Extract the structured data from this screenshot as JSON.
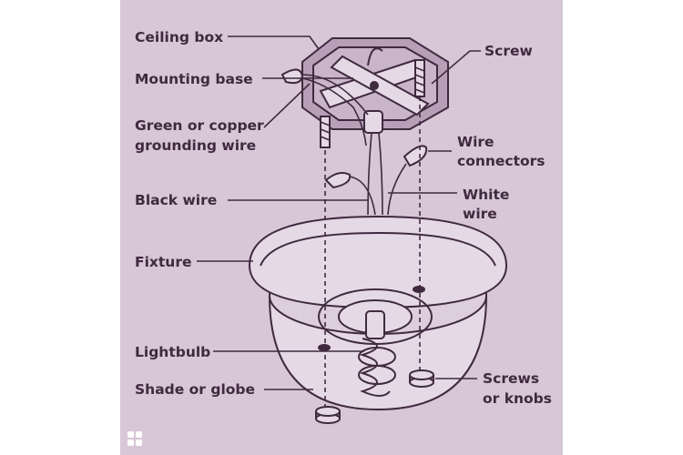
{
  "labels": {
    "ceiling_box": "Ceiling box",
    "mounting_base": "Mounting base",
    "grounding_wire_1": "Green or copper",
    "grounding_wire_2": "grounding wire",
    "black_wire": "Black wire",
    "fixture": "Fixture",
    "lightbulb": "Lightbulb",
    "shade": "Shade or globe",
    "screw": "Screw",
    "wire_connectors_1": "Wire",
    "wire_connectors_2": "connectors",
    "white_wire_1": "White",
    "white_wire_2": "wire",
    "screws_knobs_1": "Screws",
    "screws_knobs_2": "or knobs"
  },
  "colors": {
    "panel": "#d7c7d7",
    "ink": "#3f2a3f",
    "light_fill": "#e6d9e6",
    "mid_fill": "#c9b5c9",
    "dark_fill": "#b79fb7"
  }
}
